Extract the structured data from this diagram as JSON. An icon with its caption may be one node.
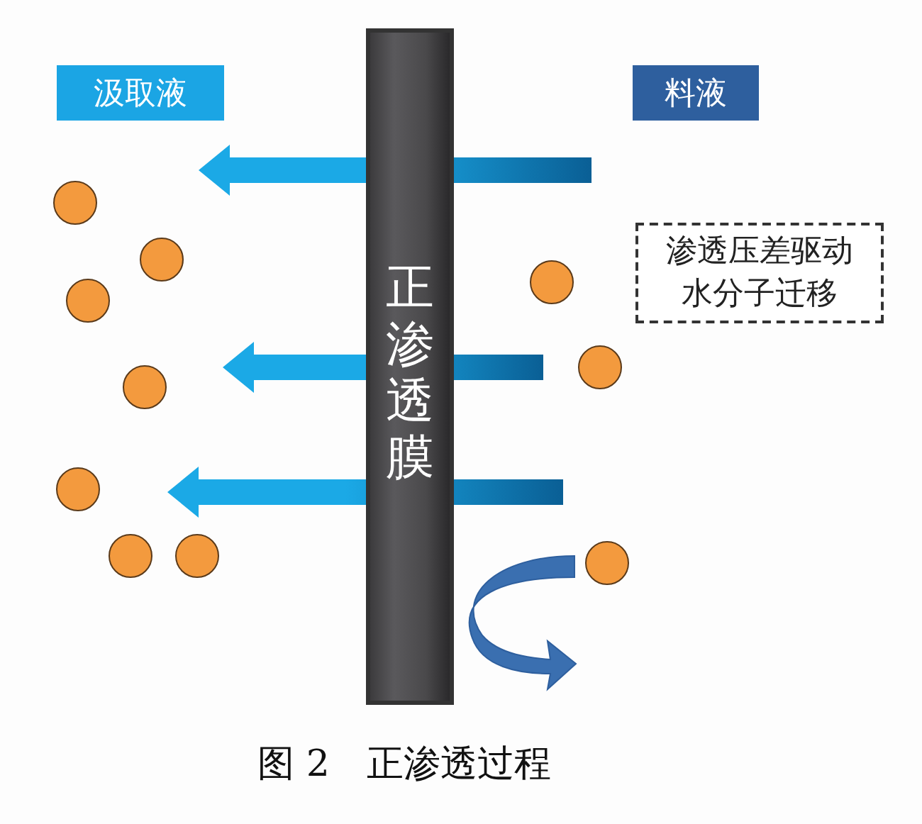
{
  "diagram": {
    "caption": "图 2　正渗透过程",
    "nodes": [
      {
        "text": [
          "汲取液"
        ]
      },
      {
        "text": [
          "料液"
        ]
      },
      {
        "text": [
          "正渗透膜"
        ]
      },
      {
        "text": [
          "渗透压差驱动水分子迁移"
        ]
      }
    ]
  }
}
